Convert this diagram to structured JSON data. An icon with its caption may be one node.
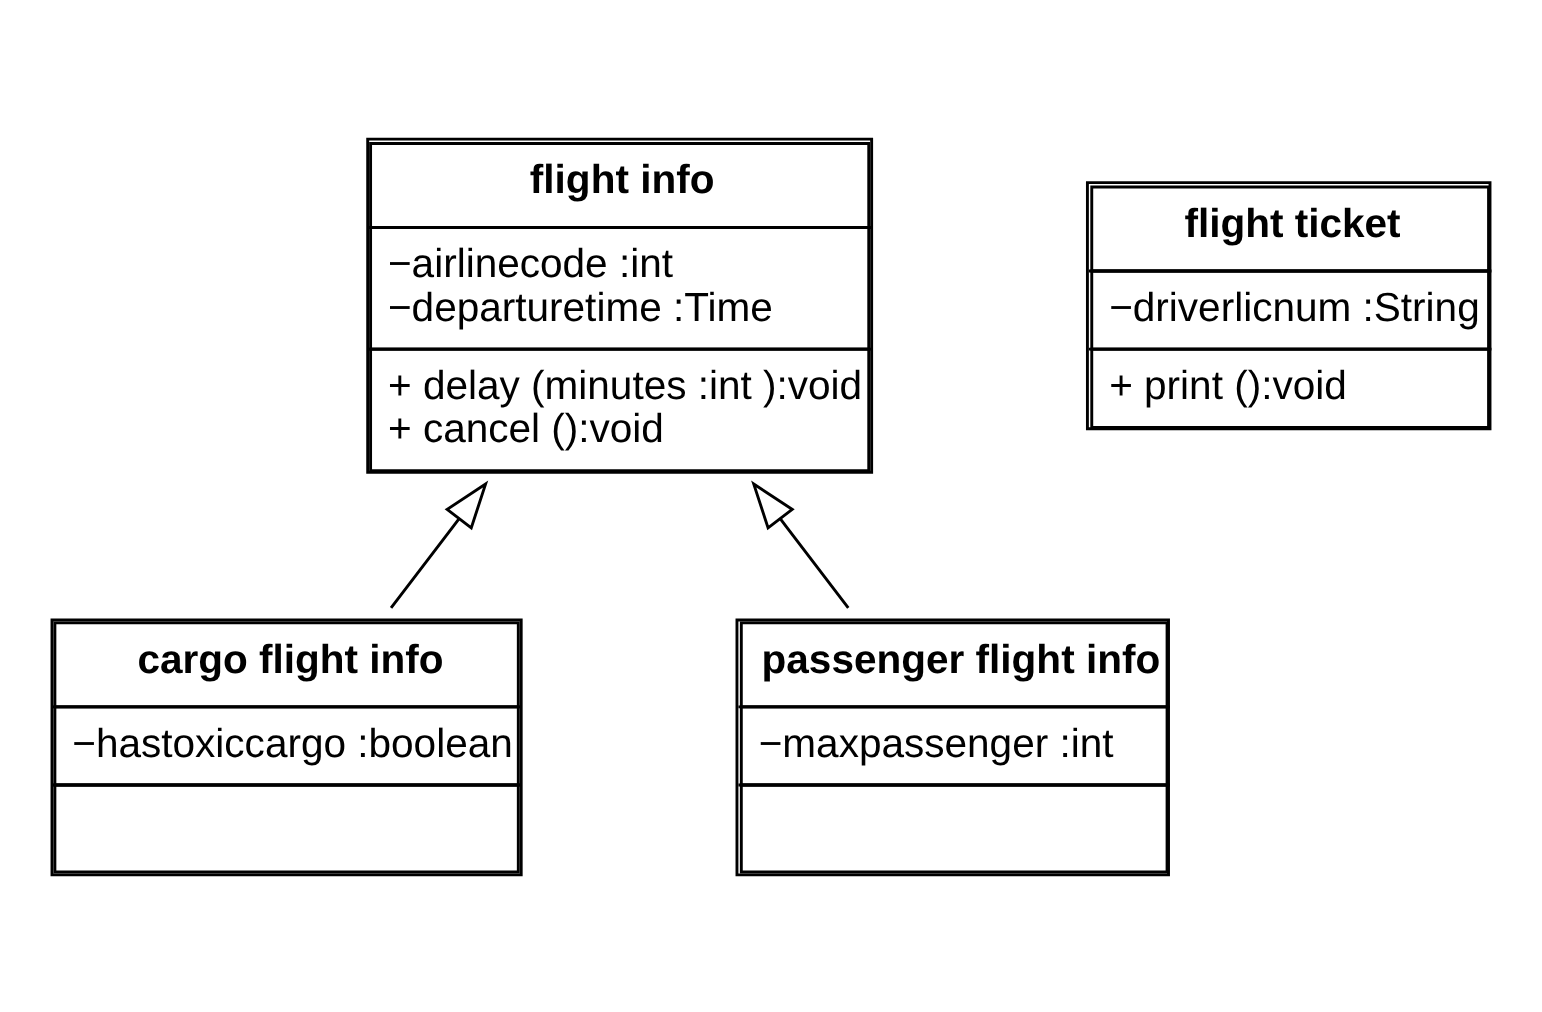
{
  "diagram": {
    "nodes": [
      {
        "text": [
          "flight info",
          "−airlinecode :int",
          "−departuretime :Time",
          "+ delay (minutes :int ):void",
          "+ cancel ():void"
        ]
      },
      {
        "text": [
          "flight ticket",
          "−driverlicnum :String",
          "+ print ():void"
        ]
      },
      {
        "text": [
          "cargo flight info",
          "−hastoxiccargo :boolean"
        ]
      },
      {
        "text": [
          "passenger flight info",
          "−maxpassenger :int"
        ]
      }
    ],
    "edges": [
      {
        "from": 2,
        "to": 0,
        "arrow": "to"
      },
      {
        "from": 3,
        "to": 0,
        "arrow": "to"
      }
    ]
  }
}
